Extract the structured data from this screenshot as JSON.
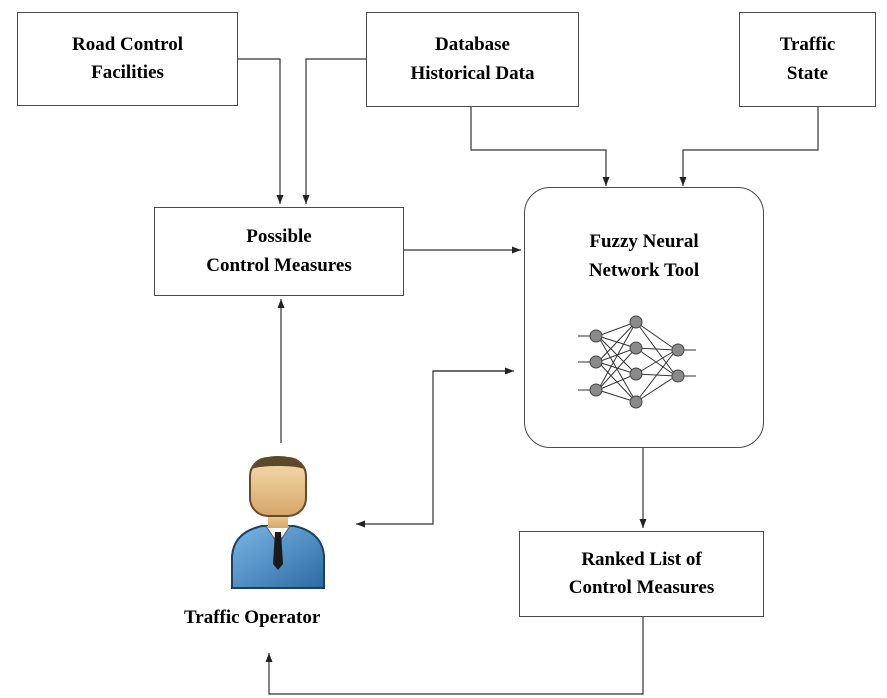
{
  "boxes": {
    "road_control": "Road Control\nFacilities",
    "database": "Database\nHistorical Data",
    "traffic_state": "Traffic\nState",
    "possible_measures": "Possible\nControl Measures",
    "fnn_tool": "Fuzzy Neural\nNetwork Tool",
    "ranked_list": "Ranked List of\nControl Measures"
  },
  "operator": {
    "label": "Traffic Operator",
    "icon": "person-icon"
  },
  "network_icon": "neural-network-icon",
  "colors": {
    "line": "#333333",
    "box_border": "#4a4a4a",
    "node_fill": "#8a8a8a",
    "suit": "#4d8fc4",
    "skin": "#e8c48e",
    "hair": "#5a4a2a"
  }
}
